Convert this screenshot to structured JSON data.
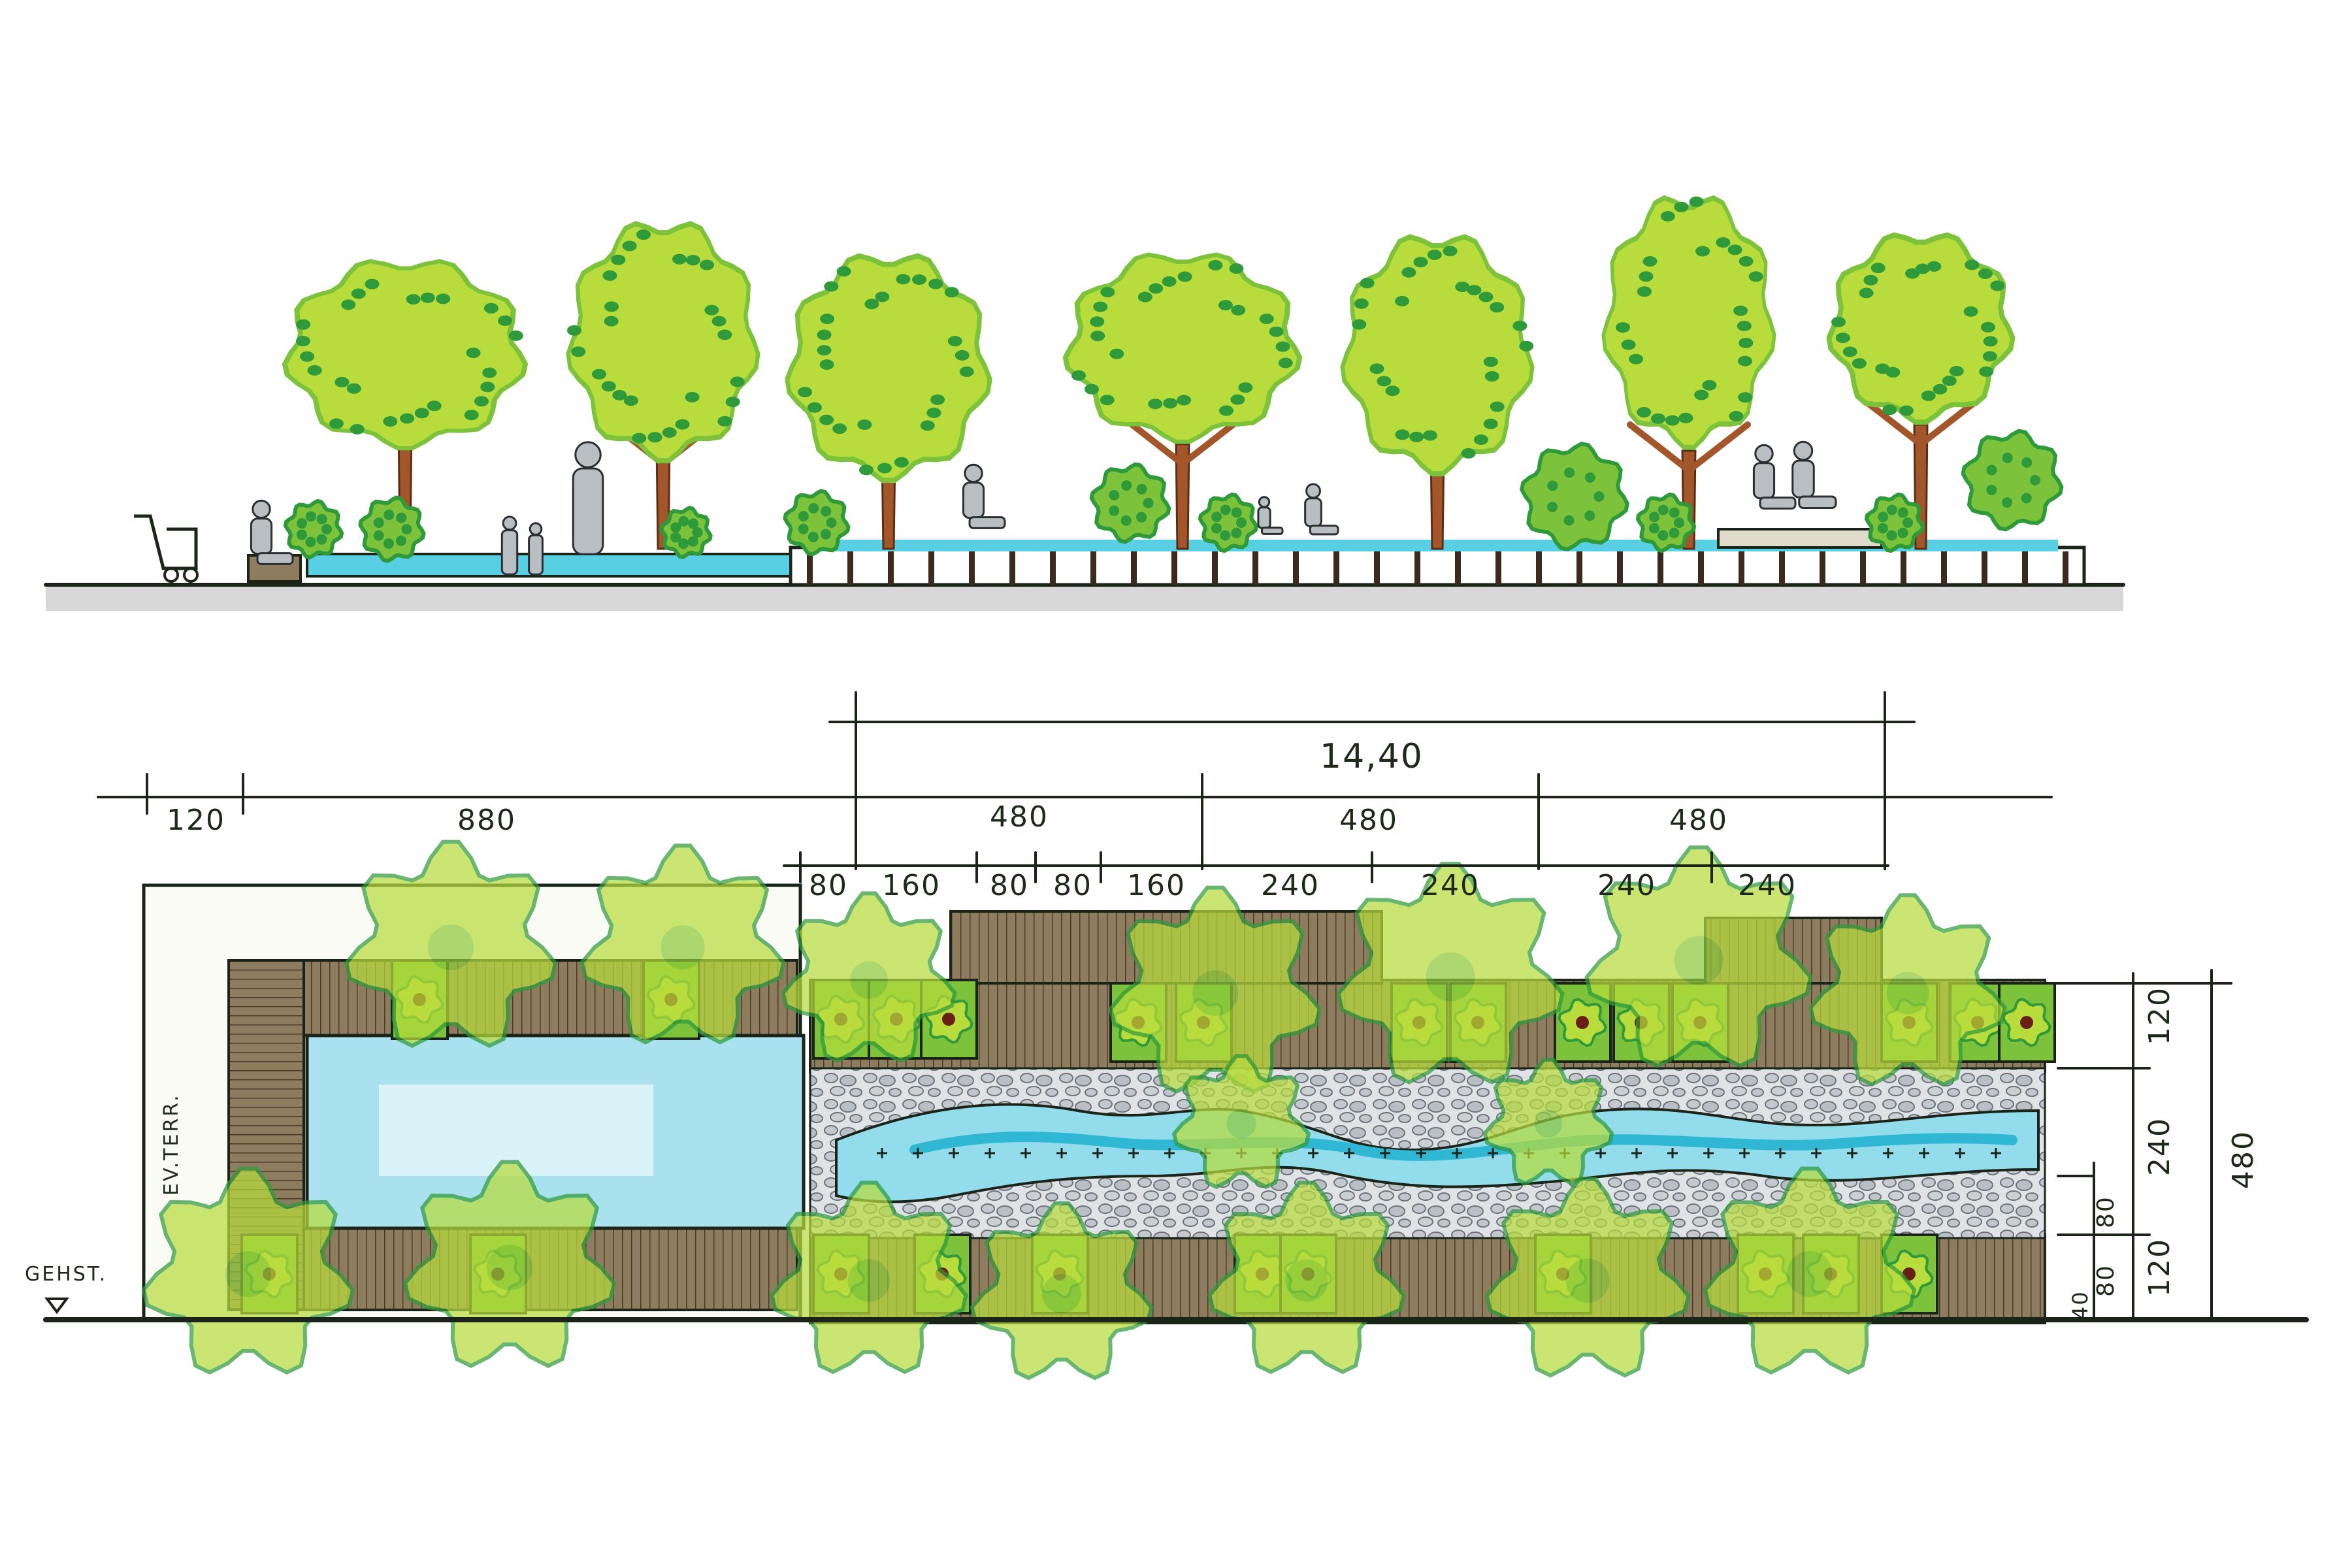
{
  "labels": {
    "terrace": "EV.TERR.",
    "sidewalk": "GEHST."
  },
  "dimensions": {
    "overall_length": "14,40",
    "setback": "120",
    "front_length": "880",
    "bay_1": "480",
    "bay_2": "480",
    "bay_3": "480",
    "gap_80": "80",
    "seg_160_a": "160",
    "seg_80_b": "80",
    "seg_80_c": "80",
    "seg_160_d": "160",
    "seg_240_a": "240",
    "seg_240_b": "240",
    "seg_240_c": "240",
    "seg_240_d": "240",
    "depth_total": "480",
    "depth_strip_top": "120",
    "depth_water": "240",
    "depth_strip_bottom": "120",
    "depth_80_a": "80",
    "depth_80_b": "80",
    "depth_40": "40"
  },
  "colors": {
    "foliage_light": "#b7dc3c",
    "foliage_mid": "#7cc23a",
    "foliage_dark": "#2f9a3a",
    "trunk": "#a4562b",
    "water": "#8fd8e8",
    "water_deep": "#3cc0d8",
    "deck": "#8c7a5c",
    "deck_dark": "#4b3b2a",
    "pebble": "#c9cdd3",
    "person": "#b9bec3"
  },
  "icons": [
    "tree-icon",
    "person-icon",
    "stroller-icon",
    "shrub-icon",
    "pebble-icon"
  ]
}
